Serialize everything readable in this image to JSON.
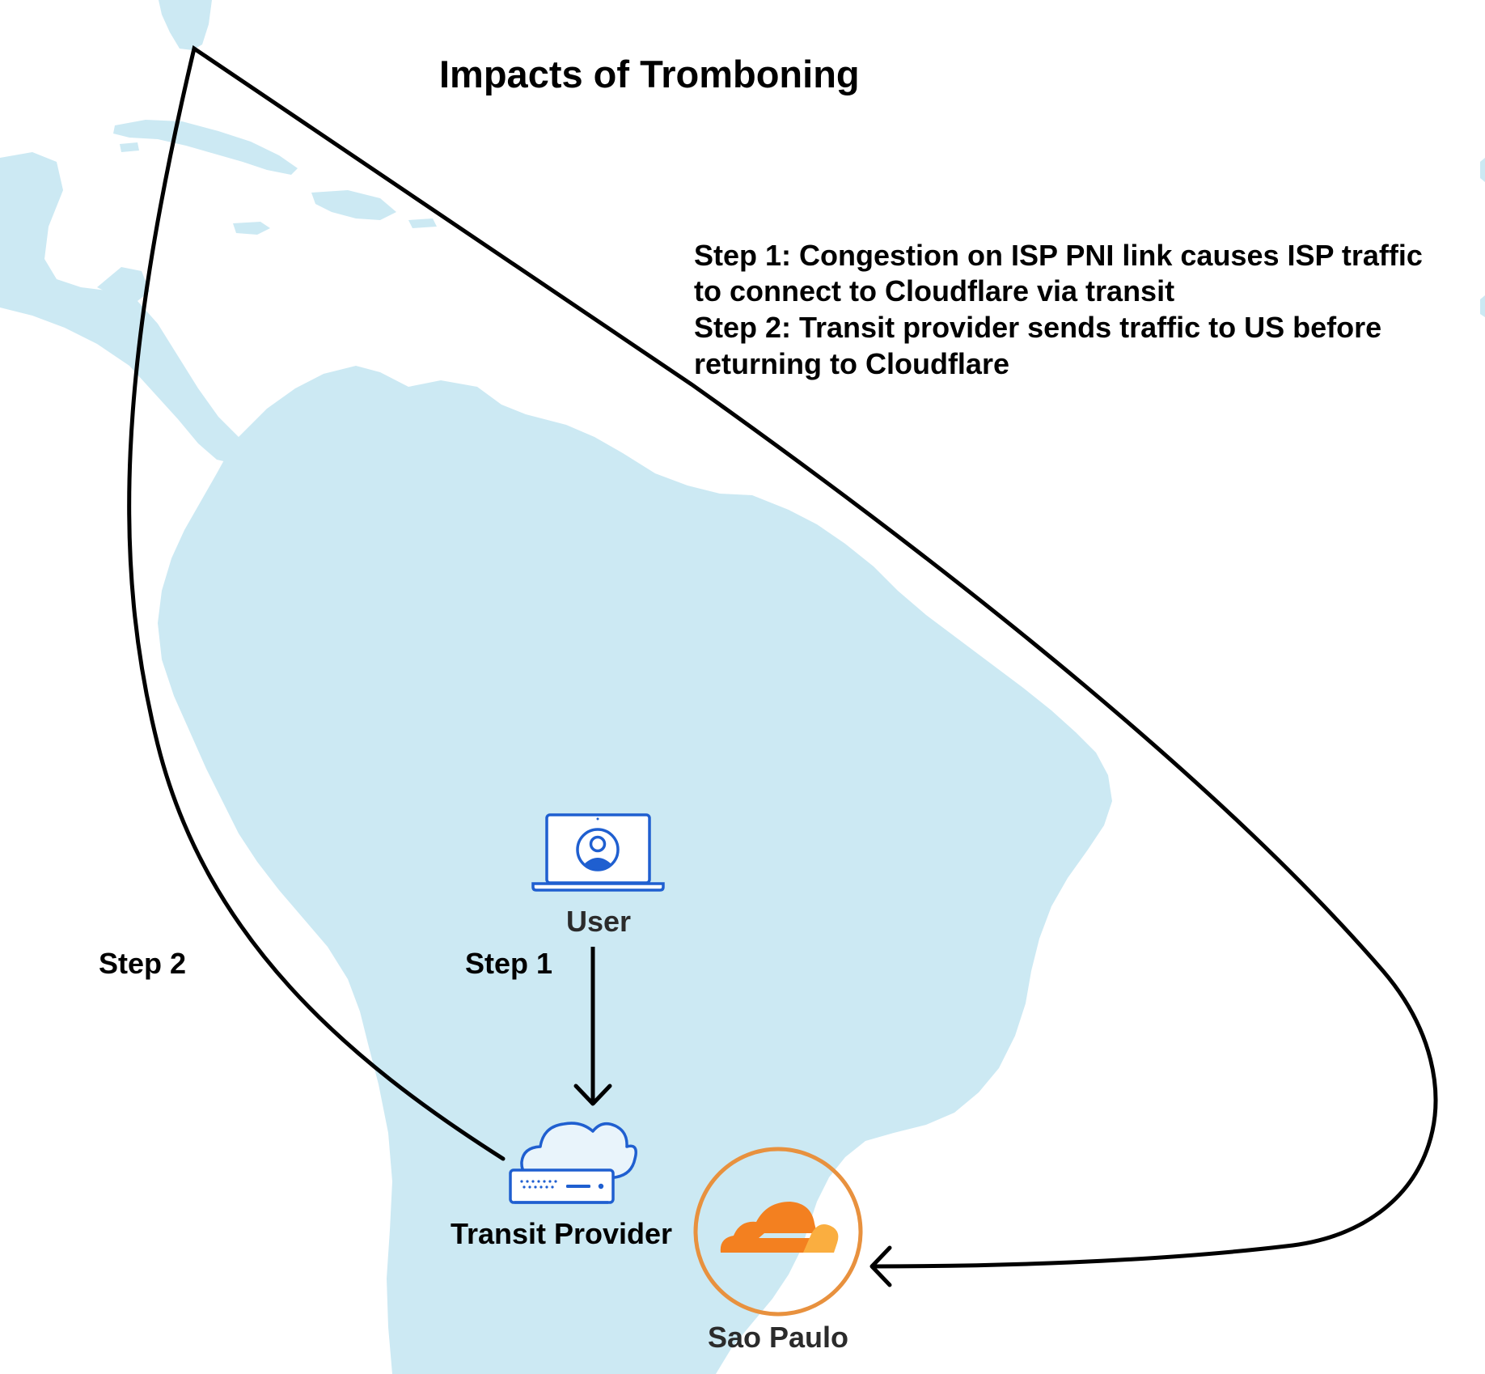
{
  "title": "Impacts of Tromboning",
  "description_lines": [
    "Step 1: Congestion on ISP PNI link causes ISP traffic",
    "to connect to Cloudflare via transit",
    "Step 2: Transit provider sends traffic to US before",
    "returning to Cloudflare"
  ],
  "nodes": {
    "user": {
      "label": "User",
      "icon": "laptop-user-icon"
    },
    "transit": {
      "label": "Transit Provider",
      "icon": "cloud-server-icon"
    },
    "saopaulo": {
      "label": "Sao Paulo",
      "icon": "cloudflare-logo-icon"
    }
  },
  "edges": {
    "step1": {
      "label": "Step 1"
    },
    "step2": {
      "label": "Step 2"
    }
  },
  "colors": {
    "map_land": "#cce9f3",
    "line": "#000000",
    "cloudflare_orange": "#f38020",
    "cloudflare_light": "#faae40",
    "circle_orange": "#e8913e",
    "icon_blue": "#1f5fd0",
    "icon_fill": "#e9f4fb"
  }
}
